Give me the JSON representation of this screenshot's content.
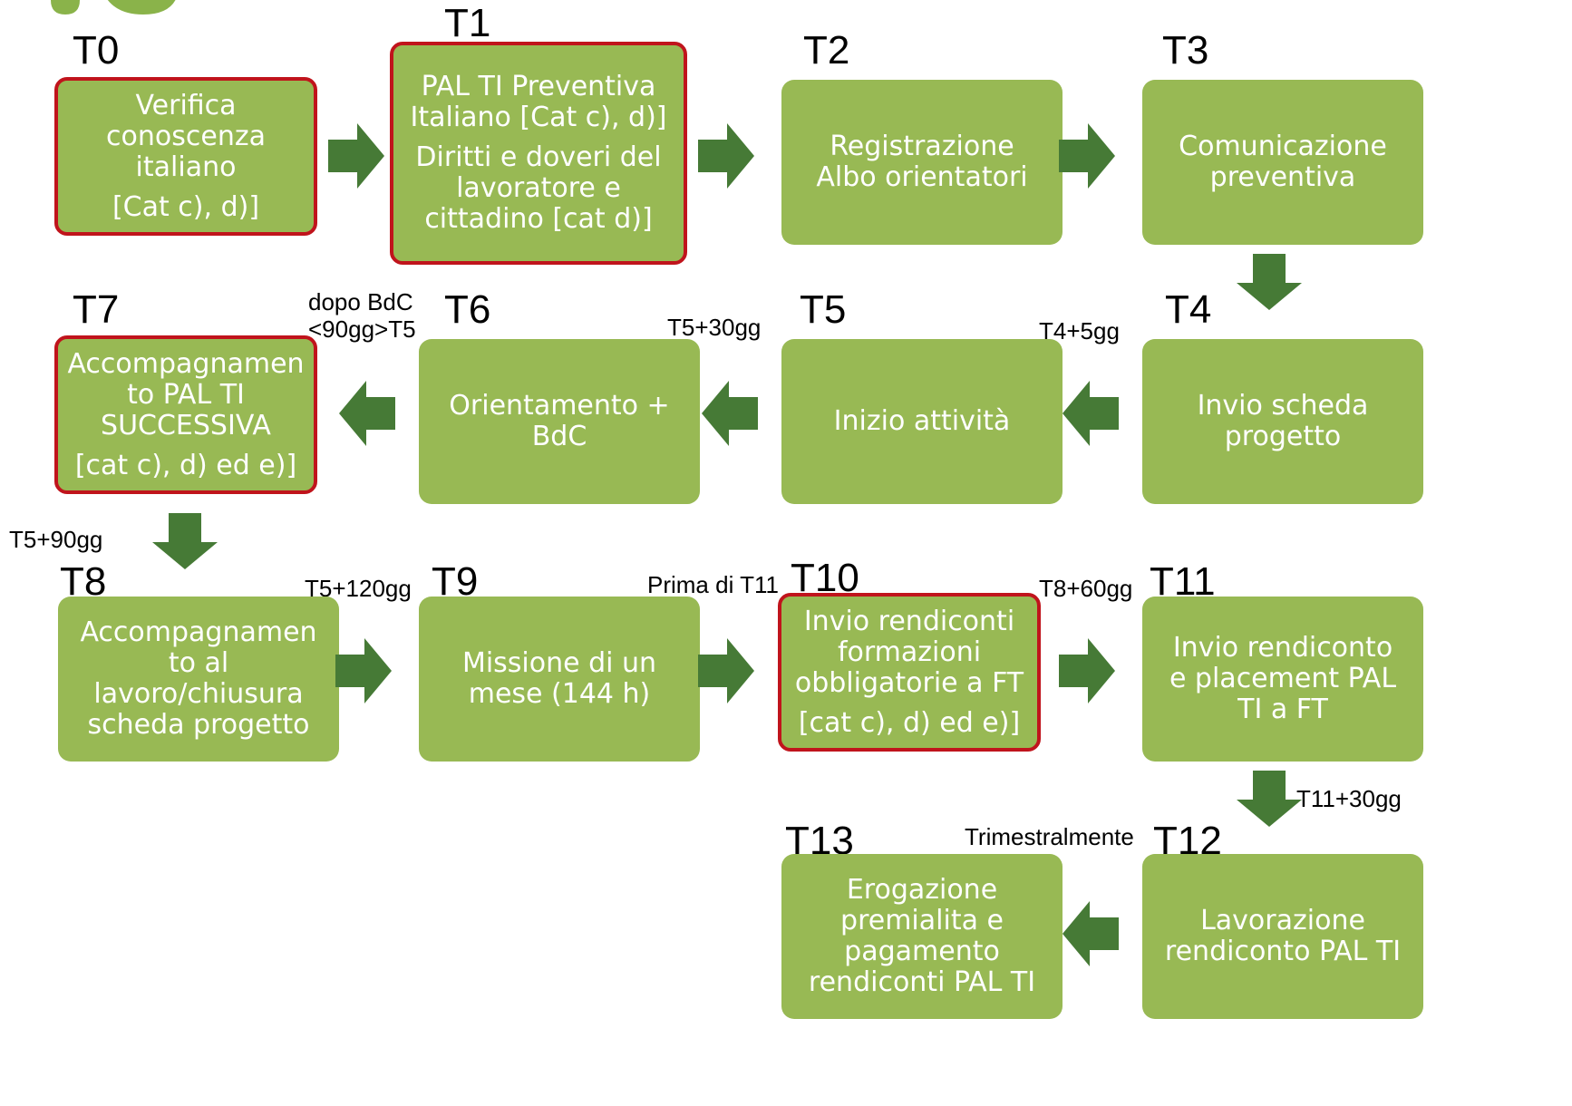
{
  "diagram": {
    "colors": {
      "box_fill": "#98b954",
      "box_text": "#ffffff",
      "highlight_border": "#c0141c",
      "arrow": "#467a36",
      "logo": "#8ab34a"
    },
    "steps": [
      {
        "id": "T0",
        "label": "T0",
        "lines": [
          "Verifica",
          "conoscenza",
          "italiano"
        ],
        "extra": [
          "[Cat c), d)]"
        ],
        "highlighted": true
      },
      {
        "id": "T1",
        "label": "T1",
        "lines": [
          "PAL TI Preventiva",
          "Italiano [Cat c), d)]"
        ],
        "extra": [
          "Diritti e doveri del",
          "lavoratore e",
          "cittadino [cat d)]"
        ],
        "highlighted": true
      },
      {
        "id": "T2",
        "label": "T2",
        "lines": [
          "Registrazione",
          "Albo orientatori"
        ],
        "extra": [],
        "highlighted": false
      },
      {
        "id": "T3",
        "label": "T3",
        "lines": [
          "Comunicazione",
          "preventiva"
        ],
        "extra": [],
        "highlighted": false
      },
      {
        "id": "T4",
        "label": "T4",
        "lines": [
          "Invio scheda",
          "progetto"
        ],
        "extra": [],
        "highlighted": false
      },
      {
        "id": "T5",
        "label": "T5",
        "lines": [
          "Inizio attività"
        ],
        "extra": [],
        "highlighted": false
      },
      {
        "id": "T6",
        "label": "T6",
        "lines": [
          "Orientamento +",
          "BdC"
        ],
        "extra": [],
        "highlighted": false
      },
      {
        "id": "T7",
        "label": "T7",
        "lines": [
          "Accompagnamen",
          "to PAL TI",
          "SUCCESSIVA"
        ],
        "extra": [
          "[cat c), d) ed e)]"
        ],
        "highlighted": true
      },
      {
        "id": "T8",
        "label": "T8",
        "lines": [
          "Accompagnamen",
          "to al",
          "lavoro/chiusura",
          "scheda progetto"
        ],
        "extra": [],
        "highlighted": false
      },
      {
        "id": "T9",
        "label": "T9",
        "lines": [
          "Missione di un",
          "mese (144 h)"
        ],
        "extra": [],
        "highlighted": false
      },
      {
        "id": "T10",
        "label": "T10",
        "lines": [
          "Invio rendiconti",
          "formazioni",
          "obbligatorie a FT"
        ],
        "extra": [
          "[cat c), d) ed e)]"
        ],
        "highlighted": true
      },
      {
        "id": "T11",
        "label": "T11",
        "lines": [
          "Invio rendiconto",
          "e placement PAL",
          "TI a FT"
        ],
        "extra": [],
        "highlighted": false
      },
      {
        "id": "T12",
        "label": "T12",
        "lines": [
          "Lavorazione",
          "rendiconto PAL TI"
        ],
        "extra": [],
        "highlighted": false
      },
      {
        "id": "T13",
        "label": "T13",
        "lines": [
          "Erogazione",
          "premialita e",
          "pagamento",
          "rendiconti PAL TI"
        ],
        "extra": [],
        "highlighted": false
      }
    ],
    "timing_notes": {
      "t6": [
        "dopo BdC",
        "<90gg>T5"
      ],
      "t5": "T5+30gg",
      "t4": "T4+5gg",
      "t8": "T5+90gg",
      "t9": "T5+120gg",
      "t10": "Prima di T11",
      "t11": "T8+60gg",
      "t12_down": "T11+30gg",
      "t12": "Trimestralmente"
    }
  }
}
